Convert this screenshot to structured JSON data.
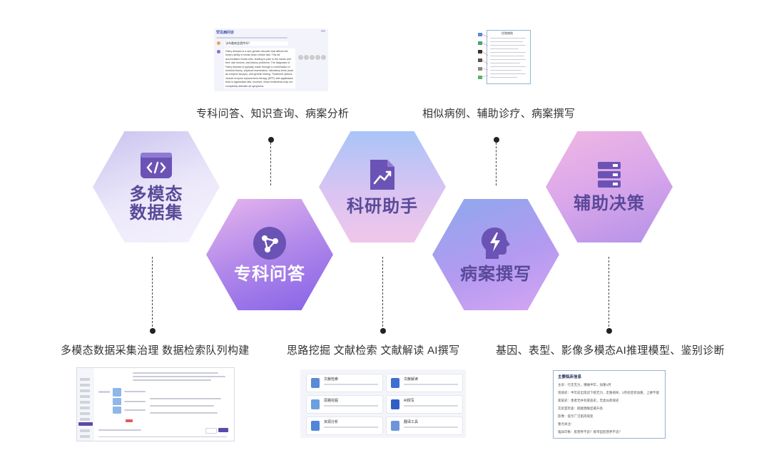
{
  "captions": {
    "top_left": "专科问答、知识查询、病案分析",
    "top_right": "相似病例、辅助诊疗、病案撰写",
    "bottom_left": "多模态数据采集治理 数据检索队列构建",
    "bottom_center": "思路挖掘 文献检索 文献解读 AI撰写",
    "bottom_right": "基因、表型、影像多模态AI推理模型、鉴别诊断"
  },
  "hexagons": [
    {
      "label_line1": "多模态",
      "label_line2": "数据集",
      "icon": "code-window-icon"
    },
    {
      "label": "专科问答",
      "icon": "share-nodes-icon"
    },
    {
      "label": "科研助手",
      "icon": "chart-document-icon"
    },
    {
      "label": "病案撰写",
      "icon": "head-lightning-icon"
    },
    {
      "label": "辅助决策",
      "icon": "server-stack-icon"
    }
  ],
  "thumb_qa": {
    "title": "罕见病问诊",
    "question": "法布雷病会遗传吗？",
    "answer": "Fabry disease is a rare genetic disorder that affects the body's ability to break down certain fats. This fat accumulates inside cells, leading to pain in the hands and feet, skin lesions, and kidney problems. The diagnosis of Fabry disease is typically made through a combination of medical history, physical examination, laboratory tests (such as enzyme assays), and genetic testing. Treatment options include enzyme replacement therapy (ERT) with agalsidase beta or agalsidase alfa, however, these treatments may not completely alleviate all symptoms."
  },
  "thumb_record": {
    "title": "住院病例"
  },
  "thumb_research": {
    "cards": [
      "文献检索",
      "文献解读",
      "思路挖掘",
      "AI撰写",
      "资源分析",
      "翻译工具"
    ]
  },
  "thumb_decision": {
    "title": "主要临床信息",
    "lines": [
      "主诉：行走无力，嗜睡半年，加重2月",
      "现病史：半年前出现双下肢无力，走路易摔，2月前症状加重，上楼不能",
      "家族史：患者无并有家族史，无类似疾病史",
      "实验室检查：肌酸激酶显著升高",
      "影像：提示广泛肌肉病变",
      "重点关注：",
      "临床印象：肌营养不良？肢带型肌营养不良？"
    ]
  },
  "colors": {
    "hex_label": "#5a4a99",
    "hex_label_light": "#ffffff",
    "icon_purple": "#6b53b5"
  }
}
